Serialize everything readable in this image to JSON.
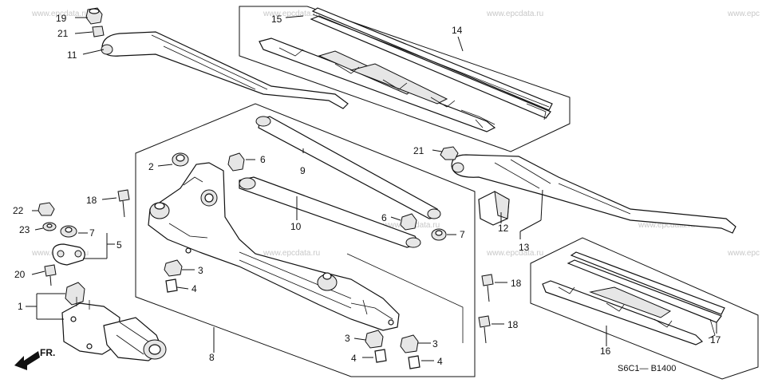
{
  "watermark": "www.epcdata.ru",
  "watermark_partial": "www.epc",
  "diagram_code": "S6C1— B1400",
  "front_label": "FR.",
  "callouts": {
    "c1": "1",
    "c2": "2",
    "c3": "3",
    "c4": "4",
    "c5": "5",
    "c6": "6",
    "c7": "7",
    "c8": "8",
    "c9": "9",
    "c10": "10",
    "c11": "11",
    "c12": "12",
    "c13": "13",
    "c14": "14",
    "c15": "15",
    "c16": "16",
    "c17": "17",
    "c18": "18",
    "c19": "19",
    "c20": "20",
    "c21": "21",
    "c22": "22",
    "c23": "23"
  }
}
